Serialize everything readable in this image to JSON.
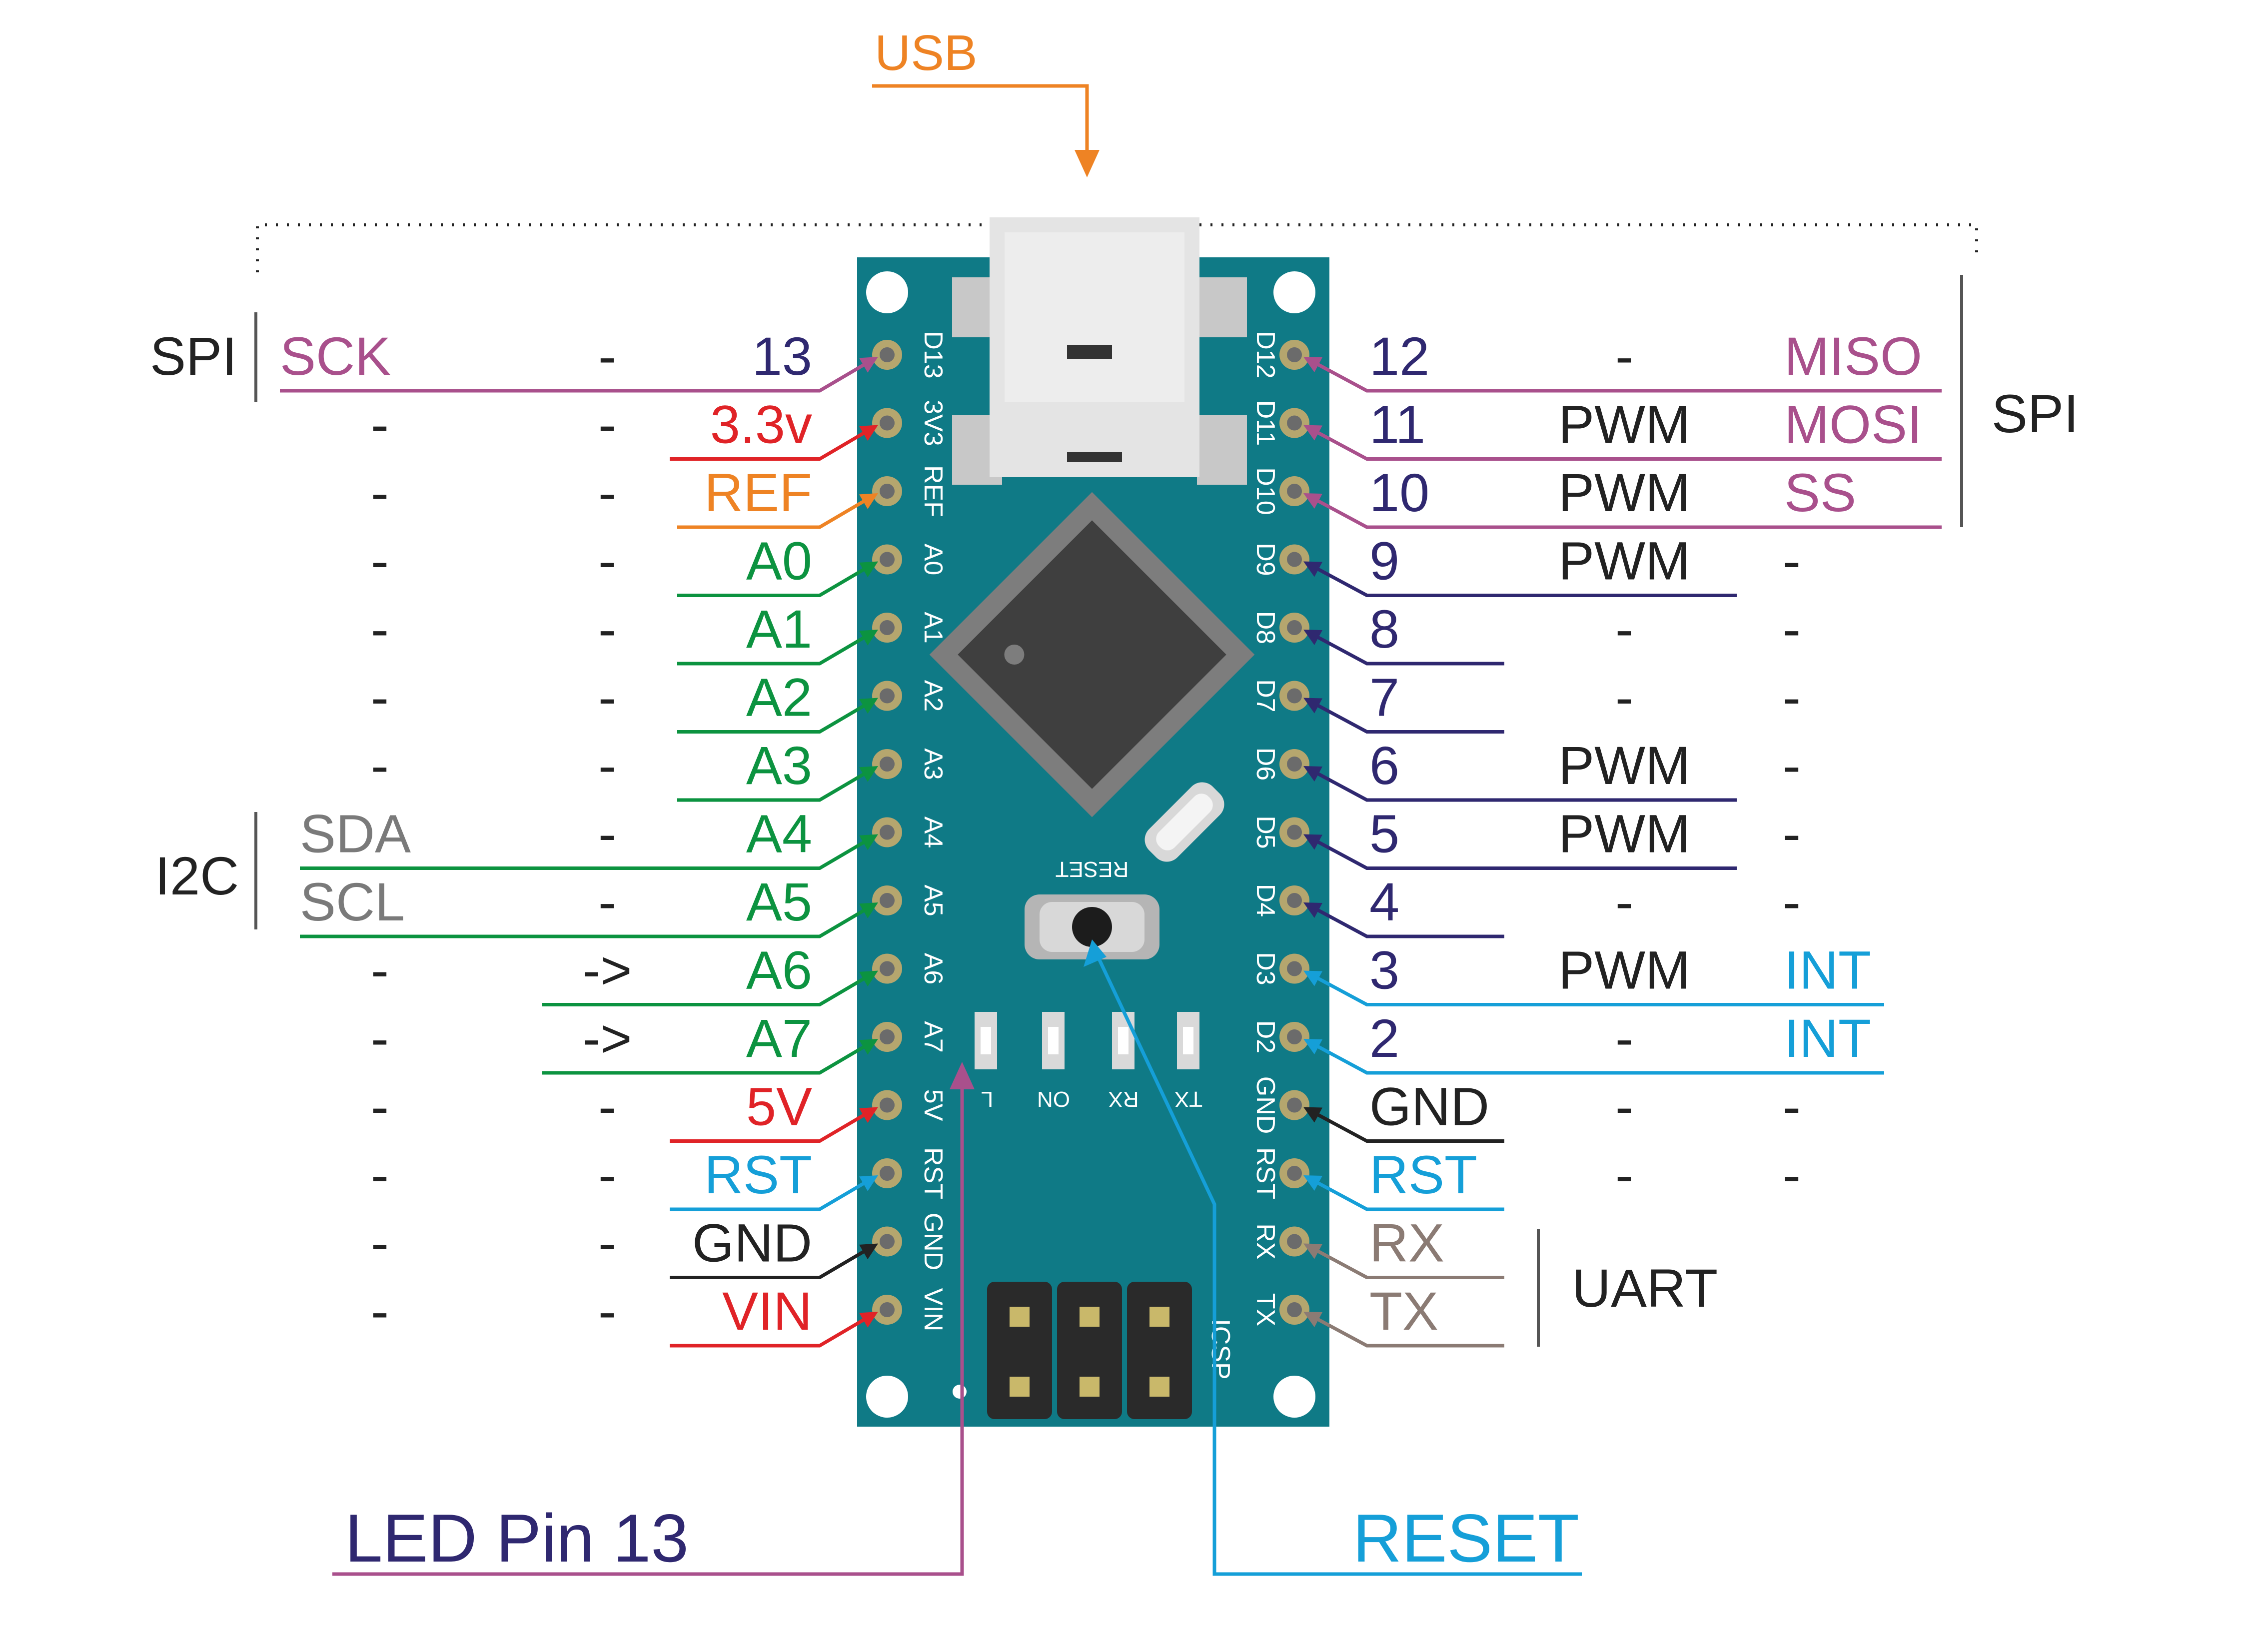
{
  "colors": {
    "board": "#0f7a86",
    "purple": "#a9508c",
    "navy": "#2f2870",
    "red": "#e02327",
    "orange": "#ee8324",
    "green": "#0c9340",
    "blue": "#159fd8",
    "black": "#222222",
    "gray": "#7a7a7a",
    "brown": "#8b7b74"
  },
  "usb_label": "USB",
  "left_rows": [
    {
      "col1": "SCK",
      "col2": "-",
      "pin": "13",
      "silk": "D13",
      "color": "navy"
    },
    {
      "col1": "-",
      "col2": "-",
      "pin": "3.3v",
      "silk": "3V3",
      "color": "red"
    },
    {
      "col1": "-",
      "col2": "-",
      "pin": "REF",
      "silk": "REF",
      "color": "orange"
    },
    {
      "col1": "-",
      "col2": "-",
      "pin": "A0",
      "silk": "A0",
      "color": "green"
    },
    {
      "col1": "-",
      "col2": "-",
      "pin": "A1",
      "silk": "A1",
      "color": "green"
    },
    {
      "col1": "-",
      "col2": "-",
      "pin": "A2",
      "silk": "A2",
      "color": "green"
    },
    {
      "col1": "-",
      "col2": "-",
      "pin": "A3",
      "silk": "A3",
      "color": "green"
    },
    {
      "col1": "SDA",
      "col2": "-",
      "pin": "A4",
      "silk": "A4",
      "color": "green"
    },
    {
      "col1": "SCL",
      "col2": "-",
      "pin": "A5",
      "silk": "A5",
      "color": "green"
    },
    {
      "col1": "-",
      "col2": "->",
      "pin": "A6",
      "silk": "A6",
      "color": "green"
    },
    {
      "col1": "-",
      "col2": "->",
      "pin": "A7",
      "silk": "A7",
      "color": "green"
    },
    {
      "col1": "-",
      "col2": "-",
      "pin": "5V",
      "silk": "5V",
      "color": "red"
    },
    {
      "col1": "-",
      "col2": "-",
      "pin": "RST",
      "silk": "RST",
      "color": "blue"
    },
    {
      "col1": "-",
      "col2": "-",
      "pin": "GND",
      "silk": "GND",
      "color": "black"
    },
    {
      "col1": "-",
      "col2": "-",
      "pin": "VIN",
      "silk": "VIN",
      "color": "red"
    }
  ],
  "right_rows": [
    {
      "pin": "12",
      "col2": "-",
      "col3": "MISO",
      "silk": "D12",
      "color": "navy"
    },
    {
      "pin": "11",
      "col2": "PWM",
      "col3": "MOSI",
      "silk": "D11",
      "color": "navy"
    },
    {
      "pin": "10",
      "col2": "PWM",
      "col3": "SS",
      "silk": "D10",
      "color": "navy"
    },
    {
      "pin": "9",
      "col2": "PWM",
      "col3": "-",
      "silk": "D9",
      "color": "navy"
    },
    {
      "pin": "8",
      "col2": "-",
      "col3": "-",
      "silk": "D8",
      "color": "navy"
    },
    {
      "pin": "7",
      "col2": "-",
      "col3": "-",
      "silk": "D7",
      "color": "navy"
    },
    {
      "pin": "6",
      "col2": "PWM",
      "col3": "-",
      "silk": "D6",
      "color": "navy"
    },
    {
      "pin": "5",
      "col2": "PWM",
      "col3": "-",
      "silk": "D5",
      "color": "navy"
    },
    {
      "pin": "4",
      "col2": "-",
      "col3": "-",
      "silk": "D4",
      "color": "navy"
    },
    {
      "pin": "3",
      "col2": "PWM",
      "col3": "INT",
      "silk": "D3",
      "color": "navy"
    },
    {
      "pin": "2",
      "col2": "-",
      "col3": "INT",
      "silk": "D2",
      "color": "navy"
    },
    {
      "pin": "GND",
      "col2": "-",
      "col3": "-",
      "silk": "GND",
      "color": "black"
    },
    {
      "pin": "RST",
      "col2": "-",
      "col3": "-",
      "silk": "RST",
      "color": "blue"
    },
    {
      "pin": "RX",
      "col2": "",
      "col3": "",
      "silk": "RX",
      "color": "brown"
    },
    {
      "pin": "TX",
      "col2": "",
      "col3": "",
      "silk": "TX",
      "color": "brown"
    }
  ],
  "groups": {
    "spi_left": "SPI",
    "i2c": "I2C",
    "spi_right": "SPI",
    "uart": "UART"
  },
  "board_silk": {
    "reset": "RESET",
    "led_l": "L",
    "led_on": "ON",
    "led_rx": "RX",
    "led_tx": "TX",
    "icsp": "ICSP"
  },
  "bottom": {
    "led_pin": "LED Pin 13",
    "reset": "RESET"
  }
}
